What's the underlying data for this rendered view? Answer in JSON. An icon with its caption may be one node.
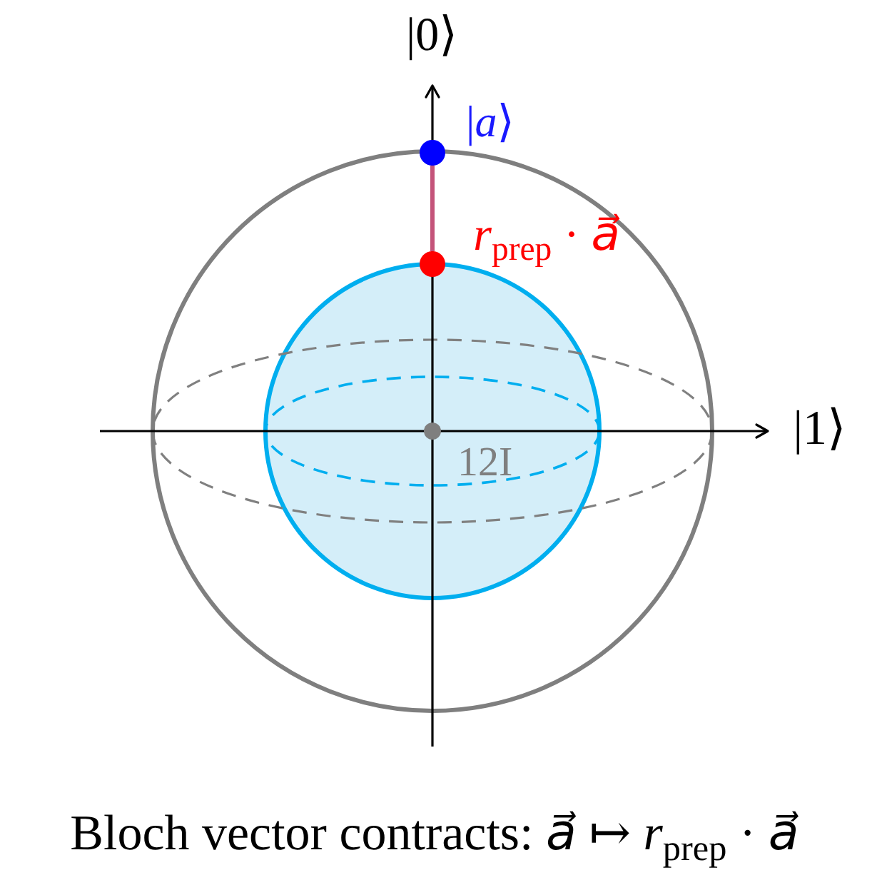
{
  "diagram": {
    "caption": "Bloch vector contracts: *a⃗* ↦ *r*$_{prep}$ · *a⃗*",
    "nodes": [
      {
        "text": [],
        "shape": "circle",
        "beside": [
          "|*a*⟩"
        ]
      },
      {
        "text": [],
        "shape": "circle",
        "beside": [
          "*r*$_{prep}$ · *a⃗*"
        ]
      },
      {
        "text": [],
        "shape": "circle",
        "beside": [
          "12I"
        ]
      }
    ],
    "edges": [
      {
        "from": 0,
        "to": 1,
        "arrow": "none"
      }
    ],
    "labels": [
      "|0⟩",
      "|1⟩"
    ]
  }
}
